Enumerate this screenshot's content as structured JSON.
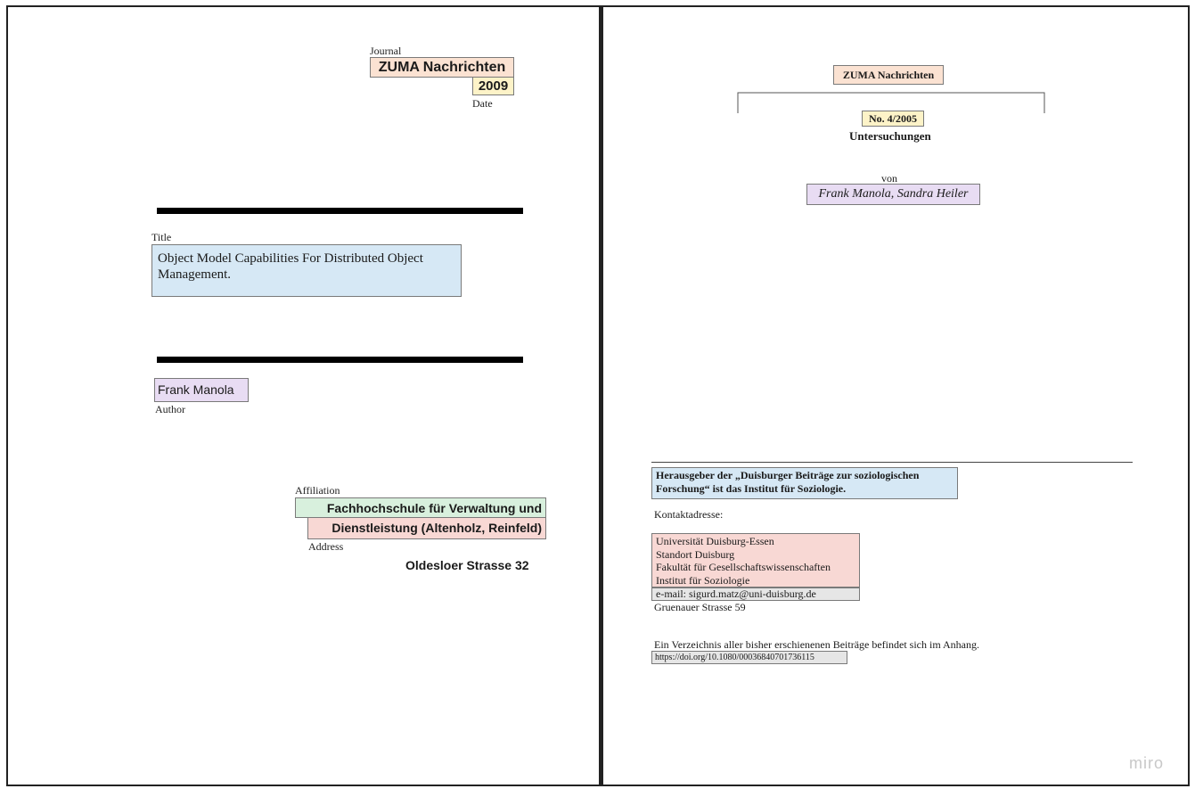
{
  "colors": {
    "journal": "#fbe2d2",
    "date": "#fdf3c8",
    "title": "#d6e8f5",
    "author": "#e8dcf3",
    "affiliation": "#d8f0dd",
    "address": "#f8d8d4",
    "gray": "#e6e6e6"
  },
  "left": {
    "journal_label": "Journal",
    "journal_name": "ZUMA Nachrichten",
    "year": "2009",
    "date_label": "Date",
    "title_label": "Title",
    "title_text": "Object Model Capabilities For Distributed Object Management.",
    "author_name": "Frank Manola",
    "author_label": "Author",
    "affiliation_label": "Affiliation",
    "affiliation_text": "Fachhochschule für Verwaltung und",
    "address_text": "Dienstleistung (Altenholz, Reinfeld)",
    "address_label": "Address",
    "street": "Oldesloer Strasse 32"
  },
  "right": {
    "journal_name": "ZUMA Nachrichten",
    "issue": "No. 4/2005",
    "section": "Untersuchungen",
    "by": "von",
    "authors": "Frank Manola, Sandra Heiler",
    "publisher_line1": "Herausgeber der „Duisburger Beiträge zur soziologischen",
    "publisher_line2": "Forschung“ ist das Institut für Soziologie.",
    "contact_label": "Kontaktadresse:",
    "address_lines": [
      "Universität Duisburg-Essen",
      "Standort Duisburg",
      "Fakultät für Gesellschaftswissenschaften",
      "Institut für Soziologie"
    ],
    "email": "e-mail: sigurd.matz@uni-duisburg.de",
    "street": "Gruenauer Strasse 59",
    "note": "Ein Verzeichnis aller bisher erschienenen Beiträge befindet sich im Anhang.",
    "doi": "https://doi.org/10.1080/00036840701736115"
  },
  "watermark": "miro"
}
